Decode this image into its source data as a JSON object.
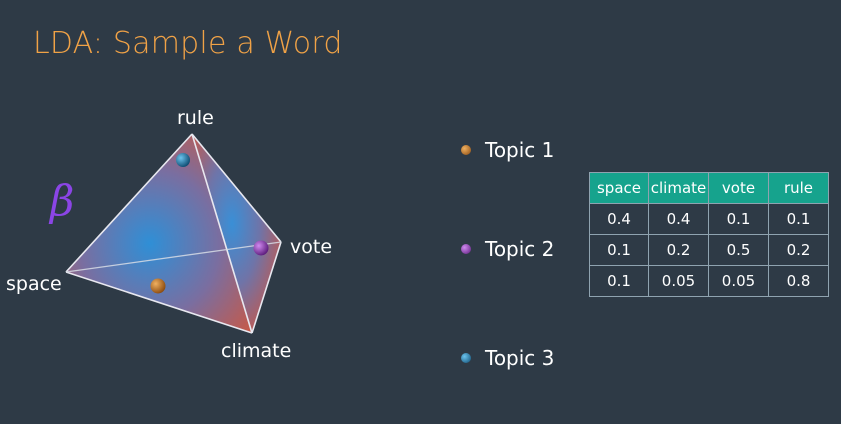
{
  "title": "LDA: Sample a Word",
  "symbol": "β",
  "simplex": {
    "vertices": {
      "rule": "rule",
      "vote": "vote",
      "space": "space",
      "climate": "climate"
    },
    "points": [
      {
        "topic": "Topic 1",
        "color": "#c8731a"
      },
      {
        "topic": "Topic 2",
        "color": "#9b3fc2"
      },
      {
        "topic": "Topic 3",
        "color": "#1c87b5"
      }
    ]
  },
  "legend": [
    {
      "label": "Topic 1",
      "color": "#c8731a",
      "icon": "orange-dot-icon"
    },
    {
      "label": "Topic 2",
      "color": "#9b3fc2",
      "icon": "purple-dot-icon"
    },
    {
      "label": "Topic 3",
      "color": "#1c87b5",
      "icon": "blue-dot-icon"
    }
  ],
  "table": {
    "headers": [
      "space",
      "climate",
      "vote",
      "rule"
    ],
    "rows": [
      [
        "0.4",
        "0.4",
        "0.1",
        "0.1"
      ],
      [
        "0.1",
        "0.2",
        "0.5",
        "0.2"
      ],
      [
        "0.1",
        "0.05",
        "0.05",
        "0.8"
      ]
    ],
    "header_color": "#16a38d"
  },
  "colors": {
    "background": "#2e3a46",
    "title": "#f0a246",
    "beta": "#8b45e6"
  }
}
